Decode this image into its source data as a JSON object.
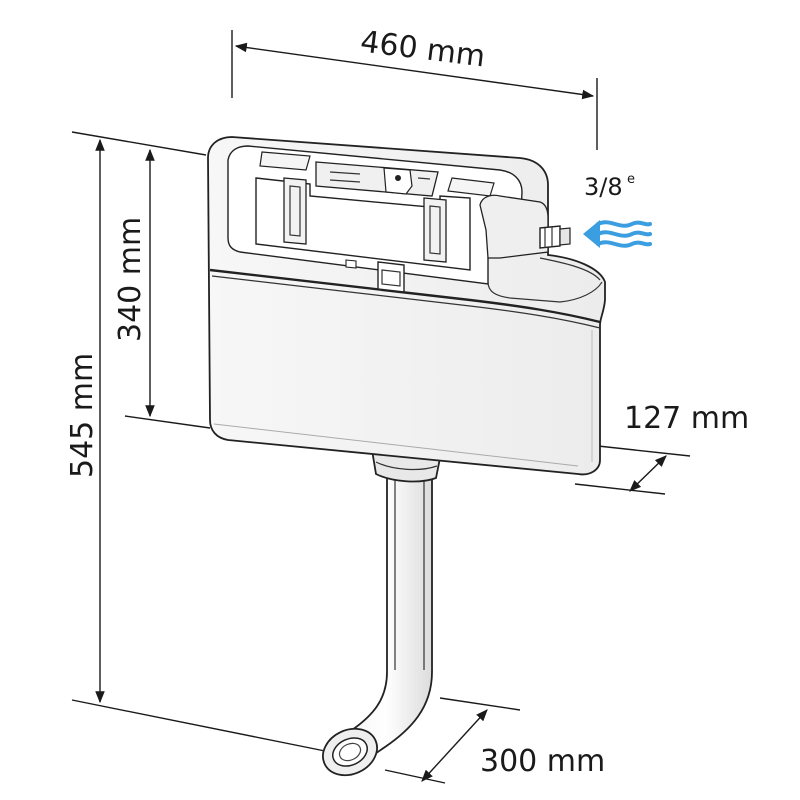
{
  "dimensions": {
    "width": "460 mm",
    "height_total": "545 mm",
    "height_tank": "340 mm",
    "depth": "127 mm",
    "pipe_offset": "300 mm"
  },
  "inlet": {
    "size": "3/8",
    "suffix": "e"
  },
  "colors": {
    "water_arrow": "#3a9ee0",
    "line": "#1a1a1a"
  },
  "icons": {
    "inlet_indicator": "water-flow-arrow-icon"
  }
}
